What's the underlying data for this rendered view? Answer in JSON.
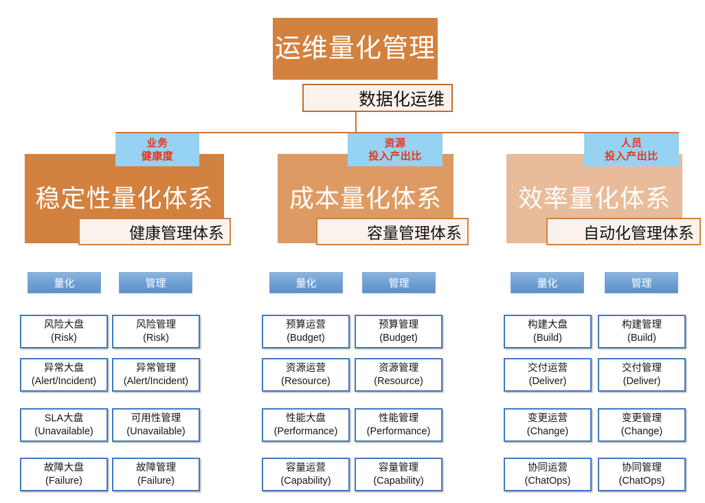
{
  "root": {
    "title": "运维量化管理",
    "subtitle": "数据化运维"
  },
  "colors": {
    "root_box": "#d2813f",
    "pillar_1": "#d2813f",
    "pillar_2": "#dd9b63",
    "pillar_3": "#e8bb9b",
    "tag_bg": "#96d2f2",
    "tag_text": "#e8341c",
    "connector": "#d4703a",
    "column_header": "#6e9fd4",
    "cell_border": "#4177c0",
    "sub_box_bg": "#fcf2ec"
  },
  "pillars": [
    {
      "tag_line1": "业务",
      "tag_line2": "健康度",
      "title": "稳定性量化体系",
      "subtitle": "健康管理体系",
      "columns": [
        "量化",
        "管理"
      ],
      "rows": [
        {
          "left_cn": "风险大盘",
          "left_en": "(Risk)",
          "right_cn": "风险管理",
          "right_en": "(Risk)"
        },
        {
          "left_cn": "异常大盘",
          "left_en": "(Alert/Incident)",
          "right_cn": "异常管理",
          "right_en": "(Alert/Incident)"
        },
        {
          "left_cn": "SLA大盘",
          "left_en": "(Unavailable)",
          "right_cn": "可用性管理",
          "right_en": "(Unavailable)"
        },
        {
          "left_cn": "故障大盘",
          "left_en": "(Failure)",
          "right_cn": "故障管理",
          "right_en": "(Failure)"
        }
      ]
    },
    {
      "tag_line1": "资源",
      "tag_line2": "投入产出比",
      "title": "成本量化体系",
      "subtitle": "容量管理体系",
      "columns": [
        "量化",
        "管理"
      ],
      "rows": [
        {
          "left_cn": "预算运营",
          "left_en": "(Budget)",
          "right_cn": "预算管理",
          "right_en": "(Budget)"
        },
        {
          "left_cn": "资源运营",
          "left_en": "(Resource)",
          "right_cn": "资源管理",
          "right_en": "(Resource)"
        },
        {
          "left_cn": "性能大盘",
          "left_en": "(Performance)",
          "right_cn": "性能管理",
          "right_en": "(Performance)"
        },
        {
          "left_cn": "容量运营",
          "left_en": "(Capability)",
          "right_cn": "容量管理",
          "right_en": "(Capability)"
        }
      ]
    },
    {
      "tag_line1": "人员",
      "tag_line2": "投入产出比",
      "title": "效率量化体系",
      "subtitle": "自动化管理体系",
      "columns": [
        "量化",
        "管理"
      ],
      "rows": [
        {
          "left_cn": "构建大盘",
          "left_en": "(Build)",
          "right_cn": "构建管理",
          "right_en": "(Build)"
        },
        {
          "left_cn": "交付运营",
          "left_en": "(Deliver)",
          "right_cn": "交付管理",
          "right_en": "(Deliver)"
        },
        {
          "left_cn": "变更运营",
          "left_en": "(Change)",
          "right_cn": "变更管理",
          "right_en": "(Change)"
        },
        {
          "left_cn": "协同运营",
          "left_en": "(ChatOps)",
          "right_cn": "协同管理",
          "right_en": "(ChatOps)"
        }
      ]
    }
  ]
}
